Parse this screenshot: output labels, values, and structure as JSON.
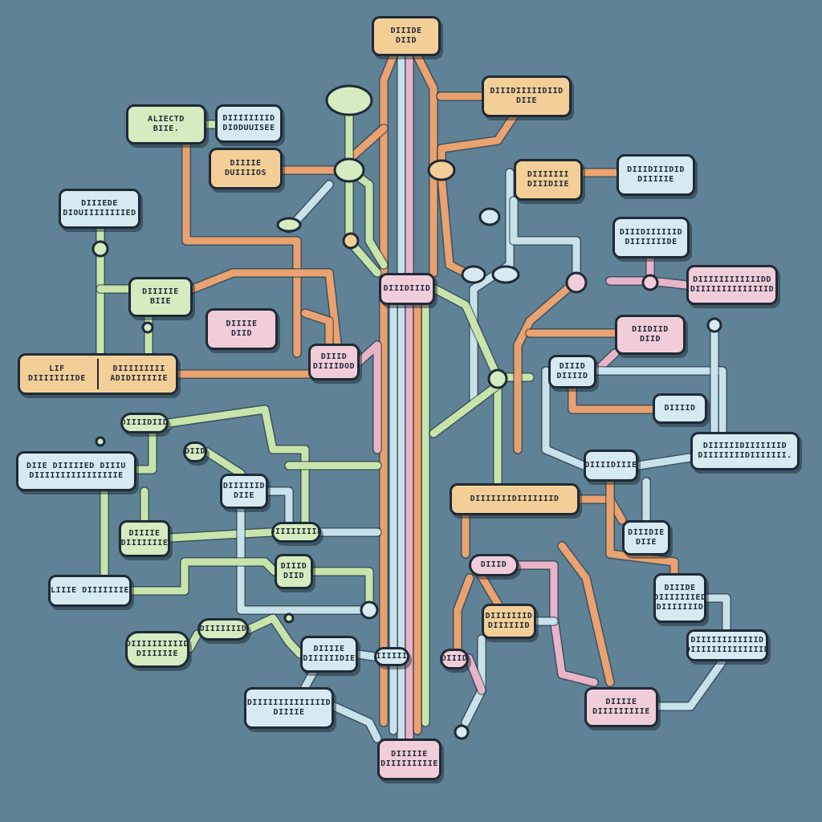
{
  "palette": {
    "background": "#5f8296",
    "outline": "#1f2a36",
    "peach": "#f3cf97",
    "blue": "#d6ebf1",
    "green": "#d4ecc0",
    "pink": "#f1cdd9",
    "wire_orange": "#e9a270",
    "wire_blue": "#c8e2ec",
    "wire_green": "#c7e5ab",
    "wire_pink": "#e8b4c8"
  },
  "nodes": {
    "top_root": {
      "line1": "DIIIDE",
      "line2": "DIID"
    },
    "top_left_green": {
      "line1": "ALIECTD",
      "line2": "BIIE."
    },
    "top_left_blue": {
      "line1": "DIIIIIIIID",
      "line2": "DIODUUISEE"
    },
    "upper_left_peach": {
      "line1": "DIIIIE",
      "line2": "DUIIIIOS"
    },
    "upper_right_peach": {
      "line1": "DIIIDIIIIIDIID",
      "line2": "DIIE"
    },
    "left_blue_top": {
      "line1": "DIIIEDE",
      "line2": "DIOUIIIIIIIIED"
    },
    "right_peach_small": {
      "line1": "DIIIIIII",
      "line2": "DIIIDIIE"
    },
    "right_blue_top": {
      "line1": "DIIIDIIIDID",
      "line2": "DIIIIIE"
    },
    "right_blue_second": {
      "line1": "DIIIDIIIIIID",
      "line2": "DIIIIIIIDE"
    },
    "right_pink_top": {
      "line1": "DIIIIIIIIIIIIDD",
      "line2": "DIIIIIIIIIIIIIID"
    },
    "center_hub": {
      "line1": "DIIIDIIID"
    },
    "mid_left_green": {
      "line1": "DIIIIIE",
      "line2": "BIIE"
    },
    "mid_pink_small": {
      "line1": "DIIIIE",
      "line2": "DIID"
    },
    "mid_pink_center": {
      "line1": "DIIID",
      "line2": "DIIIIDOD"
    },
    "right_pink_mid": {
      "line1": "DIIDIID",
      "line2": "DIID"
    },
    "left_split_peach": {
      "left1": "LIF",
      "left2": "DIIIIIIIIDE",
      "right1": "DIIIIIIIII",
      "right2": "ADIDIIIIIIE"
    },
    "mid_right_blue": {
      "line1": "DIIID",
      "line2": "DIIIID"
    },
    "right_blue_small": {
      "line1": "DIIIID"
    },
    "green_label_small": {
      "line1": "DIIIIDIID"
    },
    "green_bubble": {
      "line1": "DIID"
    },
    "right_blue_wide": {
      "line1": "DIIIIIIDIIIIIIID",
      "line2": "DIIIIIIIIDIIIIIII."
    },
    "left_blue_wide": {
      "line1": "DIIE DIIIIIED DIIIU",
      "line2": "DIIIIIIIIIIIIIIIIE"
    },
    "center_blue_small": {
      "line1": "DIIIIIID",
      "line2": "DIIE"
    },
    "right_blue_conn": {
      "line1": "DIIIIDIIIE"
    },
    "center_peach_wide": {
      "line1": "DIIIIIIIDIIIIIIID"
    },
    "left_green_mid": {
      "line1": "DIIIIE",
      "line2": "DIIIIIIIE"
    },
    "center_green_small": {
      "line1": "DIIIIIIIID"
    },
    "right_blue_label": {
      "line1": "DIIIDIE",
      "line2": "DIIE"
    },
    "center_green_tiny": {
      "line1": "DIIID",
      "line2": "DIID"
    },
    "center_pink_small": {
      "line1": "DIIID"
    },
    "left_blue_bottom": {
      "line1": "LIIIE DIIIIIIIE"
    },
    "right_blue_stack": {
      "line1": "DIIIDE",
      "line2": "DIIIIIIIED",
      "line3": "DIIIIIIID"
    },
    "center_peach_small": {
      "line1": "DIIIIIIID",
      "line2": "DIIIIIID"
    },
    "green_blob_label": {
      "line1": "DIIIIIIID"
    },
    "left_green_bottom": {
      "line1": "DIIIIIIIIIID",
      "line2": "DIIIIIIE"
    },
    "blue_small_bottom": {
      "line1": "DIIIIE",
      "line2": "DIIIIIIDIE"
    },
    "right_blue_bottom": {
      "line1": "DIIIIIIIIIIIID",
      "line2": "DIIIIIIIIIIIIIID"
    },
    "bottom_left_blue": {
      "line1": "DIIIIIIIIIIIIIID",
      "line2": "DIIIIE"
    },
    "center_blue_tiny": {
      "line1": "DIIIIIID"
    },
    "center_pink_tiny": {
      "line1": "DIIID"
    },
    "bottom_pink_right": {
      "line1": "DIIIIE",
      "line2": "DIIIIIIIIIE"
    },
    "bottom_root": {
      "line1": "DIIIIIE",
      "line2": "DIIIIIIIIIE"
    }
  }
}
